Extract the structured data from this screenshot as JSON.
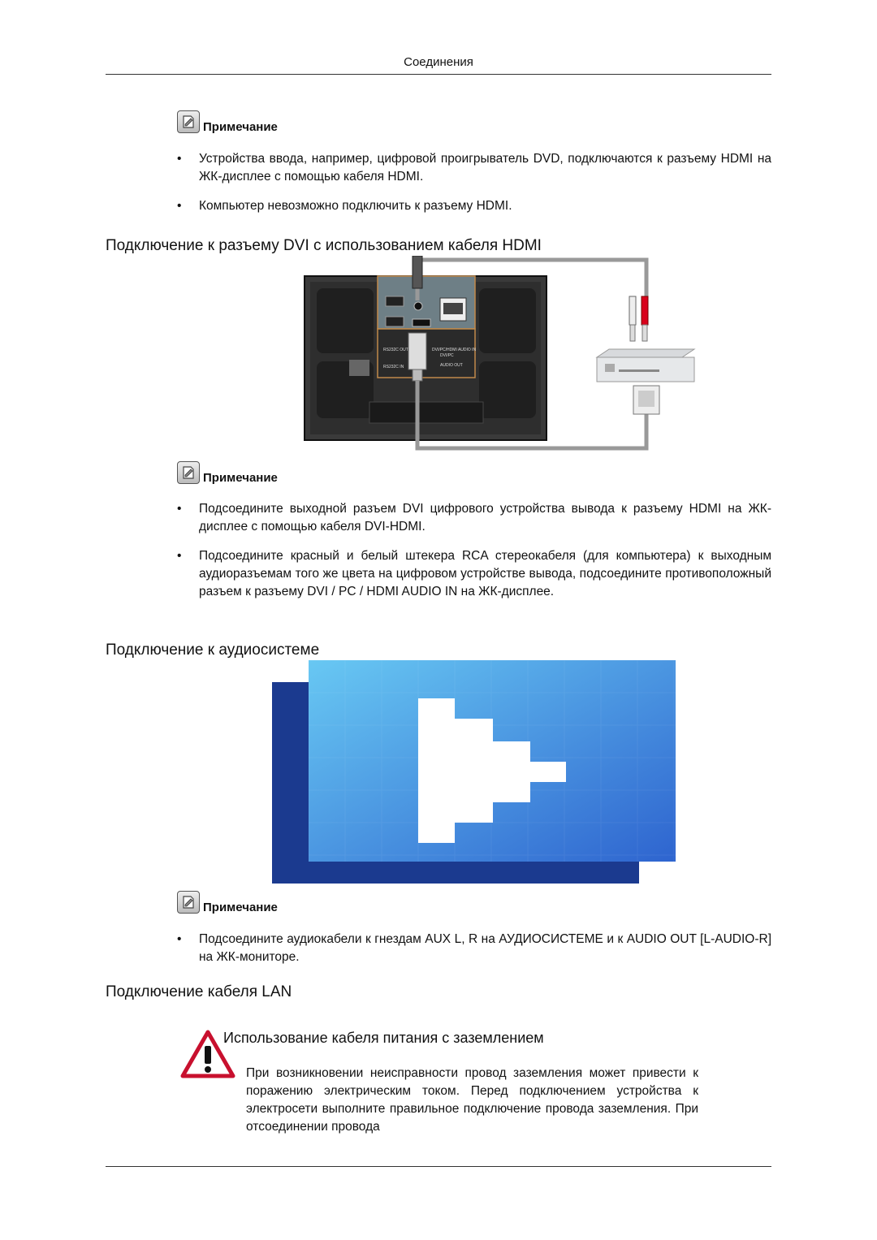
{
  "header": {
    "title": "Соединения"
  },
  "notes": [
    {
      "label": "Примечание",
      "items": [
        "Устройства ввода, например, цифровой проигрыватель DVD, подключаются к разъему HDMI на ЖК-дисплее с помощью кабеля HDMI.",
        "Компьютер невозможно подключить к разъему HDMI."
      ]
    },
    {
      "label": "Примечание",
      "items": [
        "Подсоедините выходной разъем DVI цифрового устройства вывода к разъему HDMI на ЖК-дисплее с помощью кабеля DVI-HDMI.",
        "Подсоедините красный и белый штекера RCA стереокабеля (для компьютера) к выходным аудиоразъемам того же цвета на цифровом устройстве вывода, подсоедините противоположный разъем к разъему DVI / PC / HDMI AUDIO IN на ЖК-дисплее."
      ]
    },
    {
      "label": "Примечание",
      "items": [
        "Подсоедините аудиокабели к гнездам AUX L, R на АУДИОСИСТЕМЕ и к AUDIO OUT [L-AUDIO-R] на ЖК-мониторе."
      ]
    }
  ],
  "sections": {
    "dvi_hdmi": "Подключение к разъему DVI с использованием кабеля HDMI",
    "audio": "Подключение к аудиосистеме",
    "lan": "Подключение кабеля LAN"
  },
  "panel_labels": [
    "RS232C OUT",
    "DVI/PC/HDMI AUDIO IN",
    "RS232C IN",
    "DVI/PC",
    "AUDIO OUT"
  ],
  "warning": {
    "title": "Использование кабеля питания с заземлением",
    "text": "При возникновении неисправности провод заземления может привести к поражению электрическим током. Перед подключением устройства к электросети выполните правильное подключение провода заземления. При отсоединении провода"
  },
  "colors": {
    "rule": "#333333",
    "audio_dark": "#1b3a8f",
    "warning_red": "#c8102e"
  },
  "icons": [
    "note-icon",
    "play-icon",
    "warning-icon"
  ]
}
